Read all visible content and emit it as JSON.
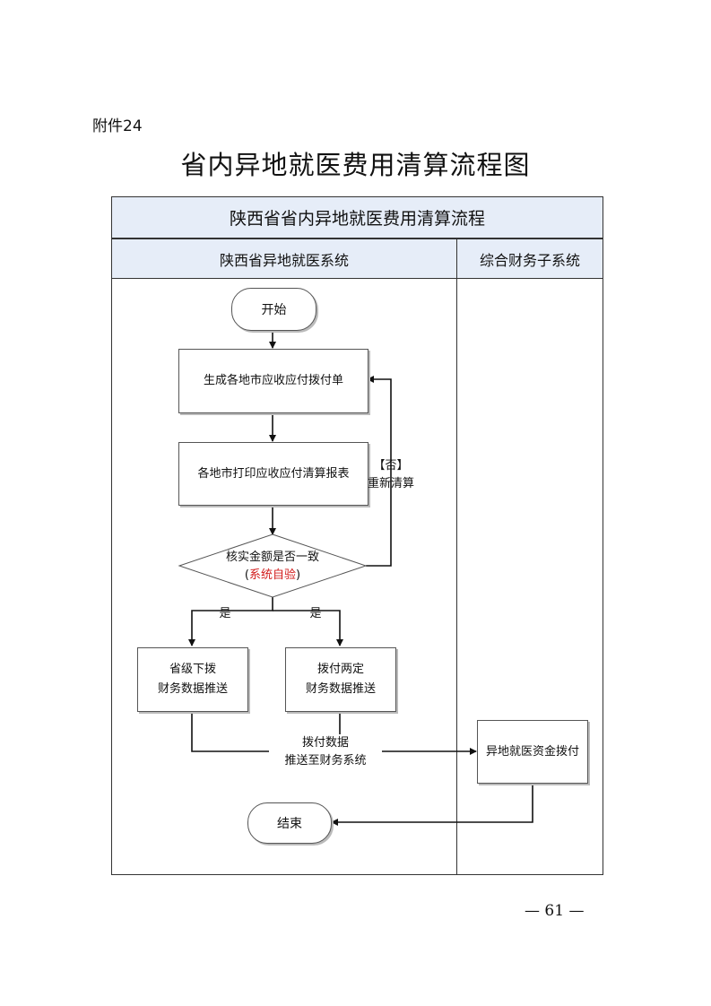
{
  "page": {
    "attachment_label": "附件24",
    "title": "省内异地就医费用清算流程图",
    "page_number": "— 61 —"
  },
  "flowchart": {
    "table_title": "陕西省省内异地就医费用清算流程",
    "lanes": [
      "陕西省异地就医系统",
      "综合财务子系统"
    ],
    "nodes": {
      "start": "开始",
      "generate": "生成各地市应收应付拨付单",
      "print": "各地市打印应收应付清算报表",
      "decision_line1": "核实金额是否一致",
      "decision_paren_open": "(",
      "decision_line2": "系统自验",
      "decision_paren_close": ")",
      "province_line1": "省级下拨",
      "province_line2": "财务数据推送",
      "twolevel_line1": "拨付两定",
      "twolevel_line2": "财务数据推送",
      "fund": "异地就医资金拨付",
      "end": "结束"
    },
    "edge_labels": {
      "no_line1": "【否】",
      "no_line2": "重新清算",
      "yes_left": "是",
      "yes_right": "是",
      "push_line1": "拨付数据",
      "push_line2": "推送至财务系统"
    }
  }
}
